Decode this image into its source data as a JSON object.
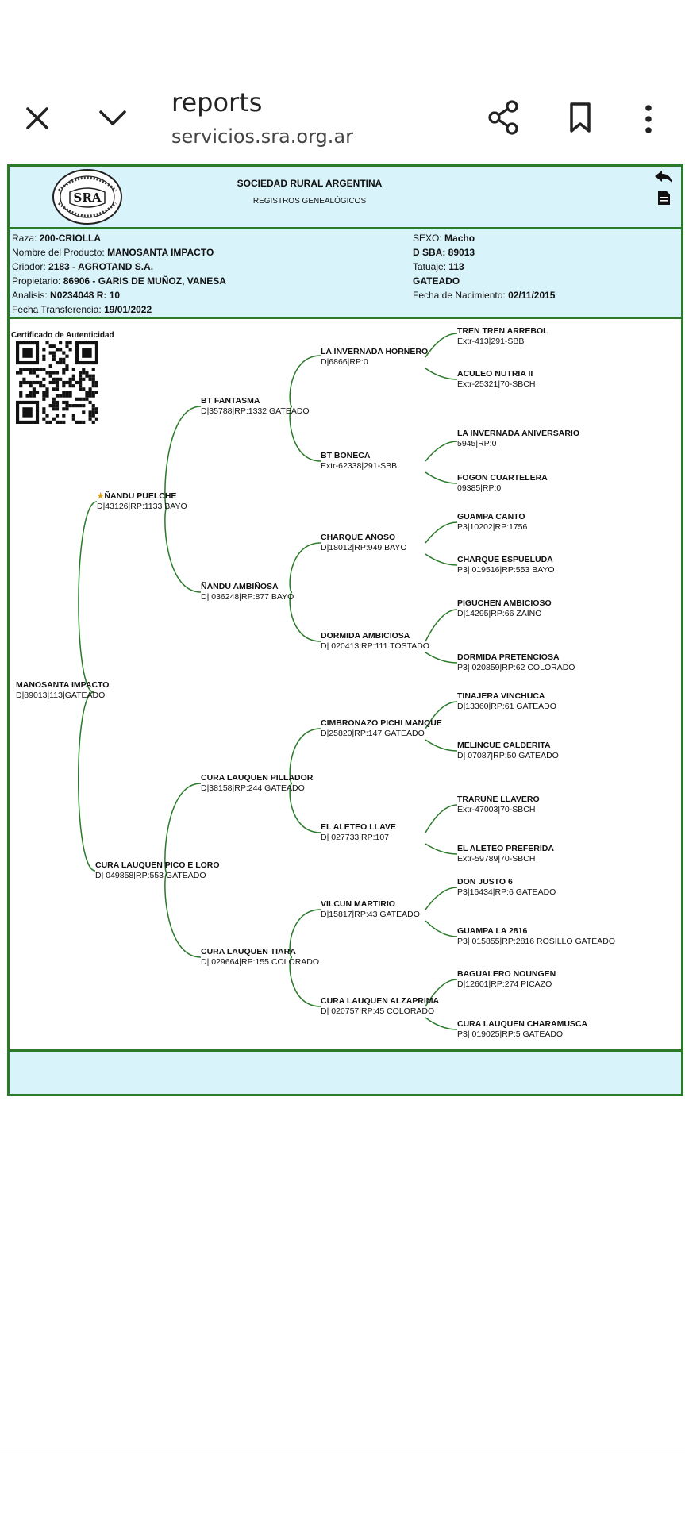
{
  "browser": {
    "title": "reports",
    "url": "servicios.sra.org.ar",
    "icons": [
      "close-icon",
      "chevron-down-icon",
      "share-icon",
      "bookmark-icon",
      "more-vert-icon"
    ]
  },
  "header": {
    "org": "SOCIEDAD RURAL ARGENTINA",
    "sub": "REGISTROS GENEALÓGICOS",
    "logo_text": "SRA",
    "logo_ring": "CULTIVAR EL SUELO ES SERVIR A LA PATRIA"
  },
  "animal": {
    "raza_label": "Raza:",
    "raza": "200-CRIOLLA",
    "nombre_label": "Nombre del Producto:",
    "nombre": "MANOSANTA IMPACTO",
    "criador_label": "Criador:",
    "criador": "2183 - AGROTAND S.A.",
    "propietario_label": "Propietario:",
    "propietario": "86906 - GARIS DE MUÑOZ, VANESA",
    "analisis_label": "Analisis:",
    "analisis": "N0234048 R: 10",
    "transferencia_label": "Fecha Transferencia:",
    "transferencia": "19/01/2022",
    "sexo_label": "SEXO:",
    "sexo": "Macho",
    "dsba": "D SBA: 89013",
    "tatuaje_label": "Tatuaje:",
    "tatuaje": "113",
    "pelaje": "GATEADO",
    "nacimiento_label": "Fecha de Nacimiento:",
    "nacimiento": "02/11/2015"
  },
  "certificate": {
    "title": "Certificado de Autenticidad"
  },
  "pedigree": {
    "root": {
      "name": "MANOSANTA IMPACTO",
      "detail": "D|89013|113|GATEADO"
    },
    "sire": {
      "name": "ÑANDU PUELCHE",
      "detail": "D|43126|RP:1133 BAYO"
    },
    "dam": {
      "name": "CURA LAUQUEN PICO E LORO",
      "detail": "D| 049858|RP:553 GATEADO"
    },
    "g2": [
      {
        "name": "BT FANTASMA",
        "detail": "D|35788|RP:1332 GATEADO"
      },
      {
        "name": "ÑANDU AMBIÑOSA",
        "detail": "D| 036248|RP:877 BAYO"
      },
      {
        "name": "CURA LAUQUEN PILLADOR",
        "detail": "D|38158|RP:244 GATEADO"
      },
      {
        "name": "CURA LAUQUEN TIARA",
        "detail": "D| 029664|RP:155 COLORADO"
      }
    ],
    "g3": [
      {
        "name": "LA INVERNADA HORNERO",
        "detail": "D|6866|RP:0"
      },
      {
        "name": "BT BONECA",
        "detail": "Extr-62338|291-SBB"
      },
      {
        "name": "CHARQUE AÑOSO",
        "detail": "D|18012|RP:949 BAYO"
      },
      {
        "name": "DORMIDA AMBICIOSA",
        "detail": "D| 020413|RP:111 TOSTADO"
      },
      {
        "name": "CIMBRONAZO PICHI MANQUE",
        "detail": "D|25820|RP:147 GATEADO"
      },
      {
        "name": "EL ALETEO LLAVE",
        "detail": "D| 027733|RP:107"
      },
      {
        "name": "VILCUN MARTIRIO",
        "detail": "D|15817|RP:43 GATEADO"
      },
      {
        "name": "CURA LAUQUEN ALZAPRIMA",
        "detail": "D| 020757|RP:45 COLORADO"
      }
    ],
    "g4": [
      {
        "name": "TREN TREN ARREBOL",
        "detail": "Extr-413|291-SBB"
      },
      {
        "name": "ACULEO NUTRIA II",
        "detail": "Extr-25321|70-SBCH"
      },
      {
        "name": "LA INVERNADA ANIVERSARIO",
        "detail": "5945|RP:0"
      },
      {
        "name": "FOGON CUARTELERA",
        "detail": "09385|RP:0"
      },
      {
        "name": "GUAMPA CANTO",
        "detail": "P3|10202|RP:1756"
      },
      {
        "name": "CHARQUE ESPUELUDA",
        "detail": "P3| 019516|RP:553 BAYO"
      },
      {
        "name": "PIGUCHEN AMBICIOSO",
        "detail": "D|14295|RP:66 ZAINO"
      },
      {
        "name": "DORMIDA PRETENCIOSA",
        "detail": "P3| 020859|RP:62 COLORADO"
      },
      {
        "name": "TINAJERA VINCHUCA",
        "detail": "D|13360|RP:61 GATEADO"
      },
      {
        "name": "MELINCUE CALDERITA",
        "detail": "D| 07087|RP:50 GATEADO"
      },
      {
        "name": "TRARUÑE LLAVERO",
        "detail": "Extr-47003|70-SBCH"
      },
      {
        "name": "EL ALETEO PREFERIDA",
        "detail": "Extr-59789|70-SBCH"
      },
      {
        "name": "DON JUSTO 6",
        "detail": "P3|16434|RP:6 GATEADO"
      },
      {
        "name": "GUAMPA LA 2816",
        "detail": "P3| 015855|RP:2816 ROSILLO GATEADO"
      },
      {
        "name": "BAGUALERO NOUNGEN",
        "detail": "D|12601|RP:274 PICAZO"
      },
      {
        "name": "CURA LAUQUEN CHARAMUSCA",
        "detail": "P3| 019025|RP:5 GATEADO"
      }
    ]
  },
  "colors": {
    "border": "#2a7a2a",
    "band": "#d9f3fb",
    "line": "#2a7a2a"
  }
}
